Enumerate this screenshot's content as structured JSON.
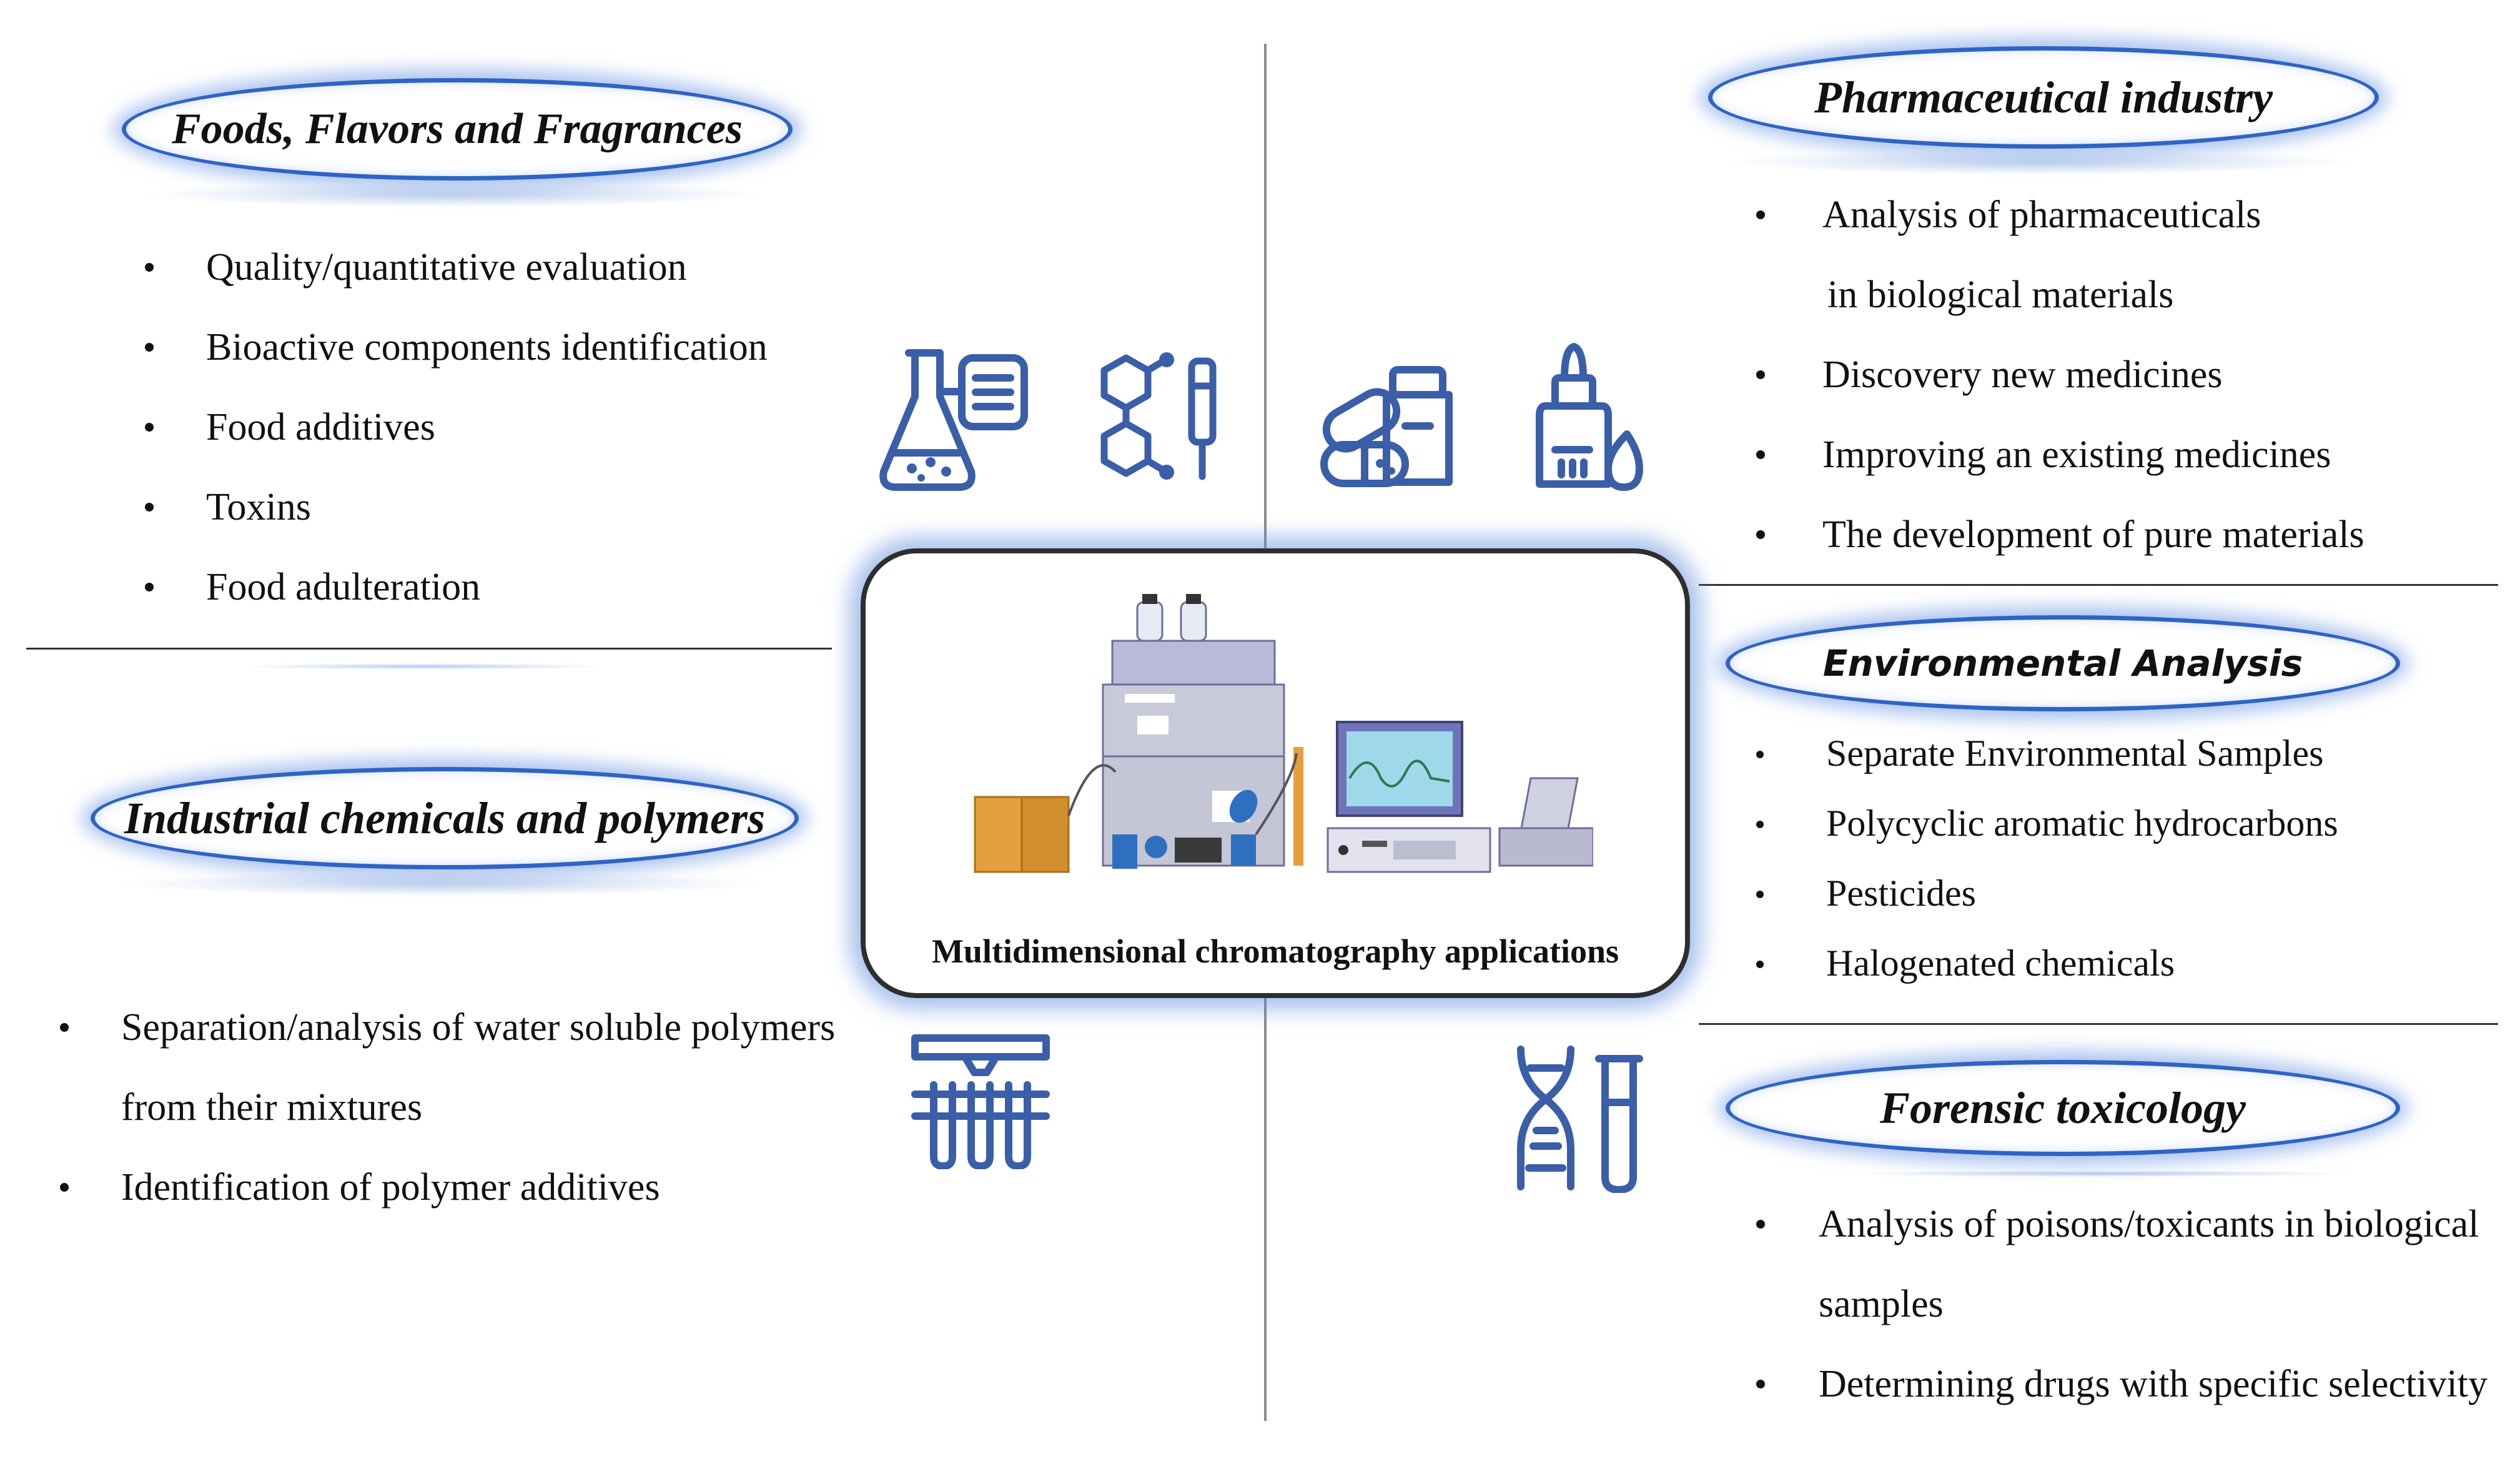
{
  "center": {
    "label": "Multidimensional chromatography applications"
  },
  "sections": {
    "foods": {
      "title": "Foods, Flavors and Fragrances",
      "items": [
        "Quality/quantitative evaluation",
        "Bioactive components identification",
        "Food additives",
        "Toxins",
        "Food adulteration"
      ]
    },
    "pharma": {
      "title": "Pharmaceutical industry",
      "items": [
        "Analysis of pharmaceuticals",
        "in biological materials",
        "Discovery new medicines",
        "Improving an existing medicines",
        "The development of pure materials"
      ]
    },
    "environmental": {
      "title": "Environmental Analysis",
      "items": [
        "Separate Environmental Samples",
        "Polycyclic aromatic hydrocarbons",
        "Pesticides",
        "Halogenated chemicals"
      ]
    },
    "industrial": {
      "title": "Industrial chemicals and polymers",
      "items": [
        "Separation/analysis of water soluble polymers",
        "from their mixtures",
        "Identification of polymer additives"
      ]
    },
    "forensic": {
      "title": "Forensic toxicology",
      "items": [
        "Analysis of poisons/toxicants in biological",
        "samples",
        "Determining drugs with specific selectivity"
      ]
    }
  },
  "colors": {
    "oval_border": "#2f63c5",
    "icon_blue": "#3a5fa8",
    "glow": "#6491e1"
  },
  "icons": [
    "flask-document-icon",
    "molecule-dropper-icon",
    "pills-bottle-icon",
    "dropper-bottle-icon",
    "filtration-manifold-icon",
    "dna-test-tube-icon",
    "hplc-instrument-icon"
  ]
}
